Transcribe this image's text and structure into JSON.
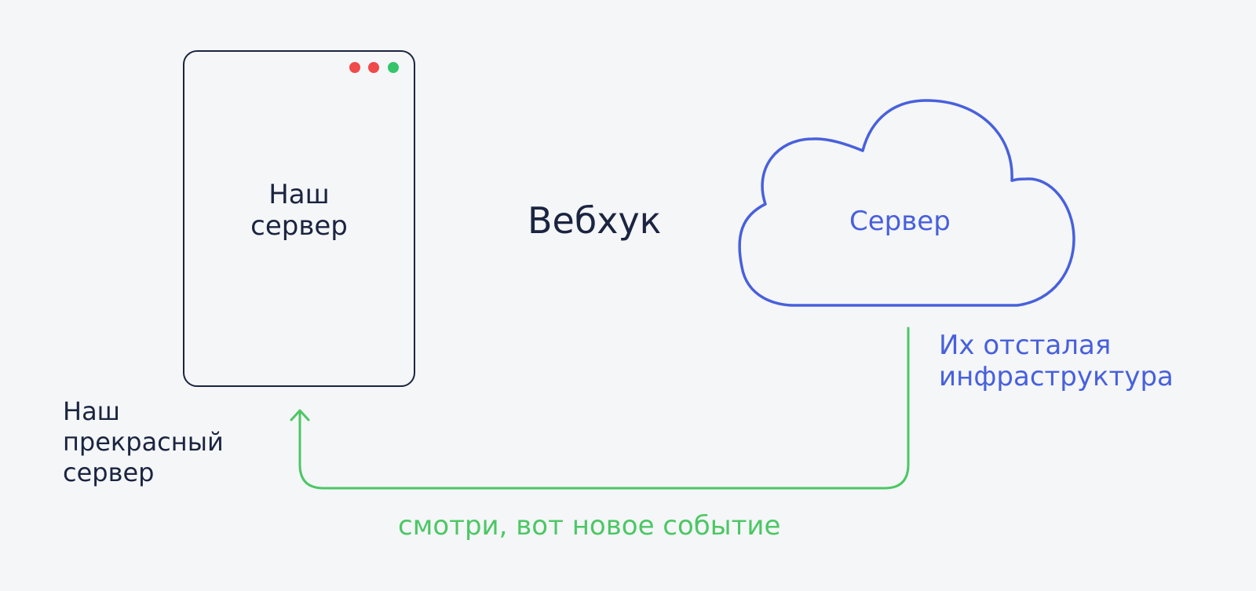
{
  "our_server_window": {
    "title_lines": [
      "Наш",
      "сервер"
    ]
  },
  "webhook": {
    "title": "Вебхук"
  },
  "cloud": {
    "title": "Сервер"
  },
  "their_infra_caption": {
    "lines": [
      "Их отсталая",
      "инфраструктура"
    ]
  },
  "our_server_caption": {
    "lines": [
      "Наш",
      "прекрасный",
      "сервер"
    ]
  },
  "event_arrow": {
    "label": "смотри, вот новое событие"
  },
  "colors": {
    "background": "#f4f6f8",
    "ink": "#1b2440",
    "cloud_blue": "#4860dc",
    "arrow_green": "#4cc764",
    "dot_red": "#f04a4a",
    "dot_green": "#34c46a"
  },
  "icons": {
    "window_dots": [
      "red-dot-icon",
      "red-dot-icon",
      "green-dot-icon"
    ],
    "arrow": "arrow-up-icon"
  }
}
